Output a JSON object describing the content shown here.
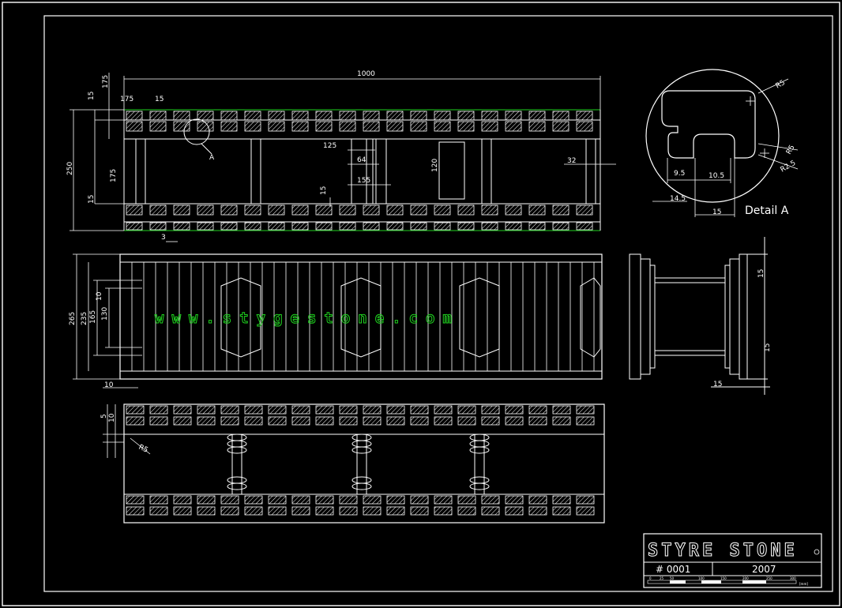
{
  "colors": {
    "background": "#000000",
    "lines": "#ffffff",
    "accent": "#1fd21f"
  },
  "dimensions": {
    "top_overall": "1000",
    "top_175_a": "175",
    "top_175_b": "175",
    "top_15_a": "15",
    "top_15_b": "15",
    "left_15": "15",
    "left_250": "250",
    "left_175": "175",
    "left_15_b": "15",
    "d_125": "125",
    "d_64": "64",
    "d_155": "155",
    "d_15_mid": "15",
    "d_120": "120",
    "d_32": "32",
    "d_3": "3",
    "detail_label": "A",
    "side_265": "265",
    "side_235": "235",
    "side_165": "165",
    "side_130": "130",
    "side_10": "10",
    "side_10_bottom": "10",
    "end_15_top": "15",
    "end_15_mid": "15",
    "end_15_bottom": "15",
    "bottom_5": "5",
    "bottom_10": "10",
    "bottom_r5": "R5"
  },
  "detail": {
    "title": "Detail  A",
    "r5_top": "R5",
    "r5_side": "R5",
    "r2_5": "R2.5",
    "d_9_5": "9.5",
    "d_10_5": "10.5",
    "d_14_5": "14.5",
    "d_15": "15"
  },
  "watermark": "www.stygestone.com",
  "title_block": {
    "brand": "STYRE STONE",
    "number": "# 0001",
    "year": "2007",
    "scale_ticks": [
      "0",
      "25",
      "50",
      "100",
      "150",
      "200",
      "250",
      "300"
    ],
    "scale_unit": "[mm]"
  }
}
